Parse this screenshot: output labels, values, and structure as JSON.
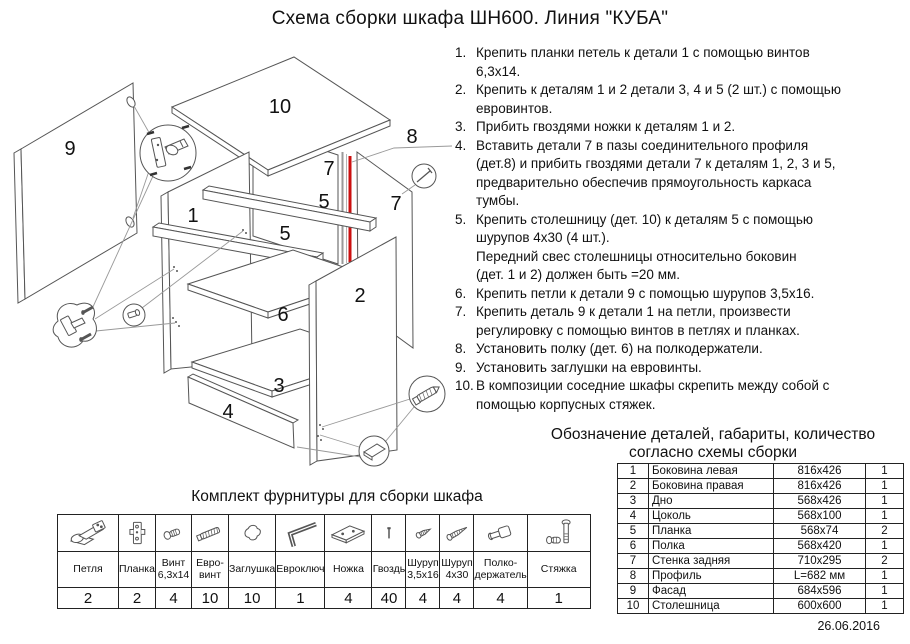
{
  "title": "Схема сборки шкафа ШН600. Линия \"КУБА\"",
  "date": "26.06.2016",
  "instructions": {
    "items": [
      {
        "num": "1.",
        "text": "Крепить планки петель к детали 1 с помощью винтов\n6,3х14."
      },
      {
        "num": "2.",
        "text": "Крепить к деталям 1 и 2 детали 3, 4 и 5 (2 шт.) с помощью\nевровинтов."
      },
      {
        "num": "3.",
        "text": "Прибить гвоздями ножки к деталям 1 и 2."
      },
      {
        "num": "4.",
        "text": "Вставить детали 7 в пазы соединительного профиля\n(дет.8) и прибить гвоздями детали 7 к деталям 1, 2, 3 и 5,\nпредварительно обеспечив прямоугольность каркаса\nтумбы."
      },
      {
        "num": "5.",
        "text": "Крепить столешницу (дет. 10) к деталям 5 с помощью\nшурупов 4х30 (4 шт.).\nПередний свес столешницы относительно боковин\n(дет. 1 и 2) должен быть =20 мм."
      },
      {
        "num": "6.",
        "text": "Крепить петли к детали 9 с помощью шурупов 3,5х16."
      },
      {
        "num": "7.",
        "text": "Крепить деталь 9 к детали 1 на петли, произвести\nрегулировку с помощью винтов в петлях и планках."
      },
      {
        "num": "8.",
        "text": "Установить полку (дет. 6) на полкодержатели."
      },
      {
        "num": "9.",
        "text": "Установить заглушки на евровинты."
      },
      {
        "num": "10.",
        "text": "В композиции соседние шкафы скрепить между собой с\nпомощью корпусных стяжек."
      }
    ]
  },
  "diagram": {
    "profile_color": "#cc1111",
    "labels": [
      "9",
      "10",
      "8",
      "7",
      "5",
      "7",
      "1",
      "5",
      "2",
      "6",
      "3",
      "4"
    ]
  },
  "parts_table": {
    "title_line1": "Обозначение деталей, габариты, количество",
    "title_line2": "согласно схемы сборки",
    "rows": [
      {
        "num": "1",
        "name": "Боковина левая",
        "size": "816х426",
        "qty": "1"
      },
      {
        "num": "2",
        "name": "Боковина правая",
        "size": "816х426",
        "qty": "1"
      },
      {
        "num": "3",
        "name": "Дно",
        "size": "568х426",
        "qty": "1"
      },
      {
        "num": "4",
        "name": "Цоколь",
        "size": "568х100",
        "qty": "1"
      },
      {
        "num": "5",
        "name": "Планка",
        "size": "568х74",
        "qty": "2"
      },
      {
        "num": "6",
        "name": "Полка",
        "size": "568х420",
        "qty": "1"
      },
      {
        "num": "7",
        "name": "Стенка задняя",
        "size": "710х295",
        "qty": "2"
      },
      {
        "num": "8",
        "name": "Профиль",
        "size": "L=682 мм",
        "qty": "1"
      },
      {
        "num": "9",
        "name": "Фасад",
        "size": "684х596",
        "qty": "1"
      },
      {
        "num": "10",
        "name": "Столешница",
        "size": "600х600",
        "qty": "1"
      }
    ]
  },
  "hardware": {
    "title": "Комплект фурнитуры для сборки шкафа",
    "items": [
      {
        "name": "Петля",
        "count": "2",
        "icon": "hinge-icon"
      },
      {
        "name": "Планка",
        "count": "2",
        "icon": "mounting-plate-icon"
      },
      {
        "name": "Винт\n6,3х14",
        "count": "4",
        "icon": "screw-icon"
      },
      {
        "name": "Евро-\nвинт",
        "count": "10",
        "icon": "euro-screw-icon"
      },
      {
        "name": "Заглушка",
        "count": "10",
        "icon": "cap-icon"
      },
      {
        "name": "Евроключ",
        "count": "1",
        "icon": "hex-key-icon"
      },
      {
        "name": "Ножка",
        "count": "4",
        "icon": "foot-icon"
      },
      {
        "name": "Гвоздь",
        "count": "40",
        "icon": "nail-icon"
      },
      {
        "name": "Шуруп\n3,5х16",
        "count": "4",
        "icon": "small-screw-icon"
      },
      {
        "name": "Шуруп\n4х30",
        "count": "4",
        "icon": "wood-screw-icon"
      },
      {
        "name": "Полко-\nдержатель",
        "count": "4",
        "icon": "shelf-support-icon"
      },
      {
        "name": "Стяжка",
        "count": "1",
        "icon": "connecting-bolt-icon"
      }
    ]
  }
}
